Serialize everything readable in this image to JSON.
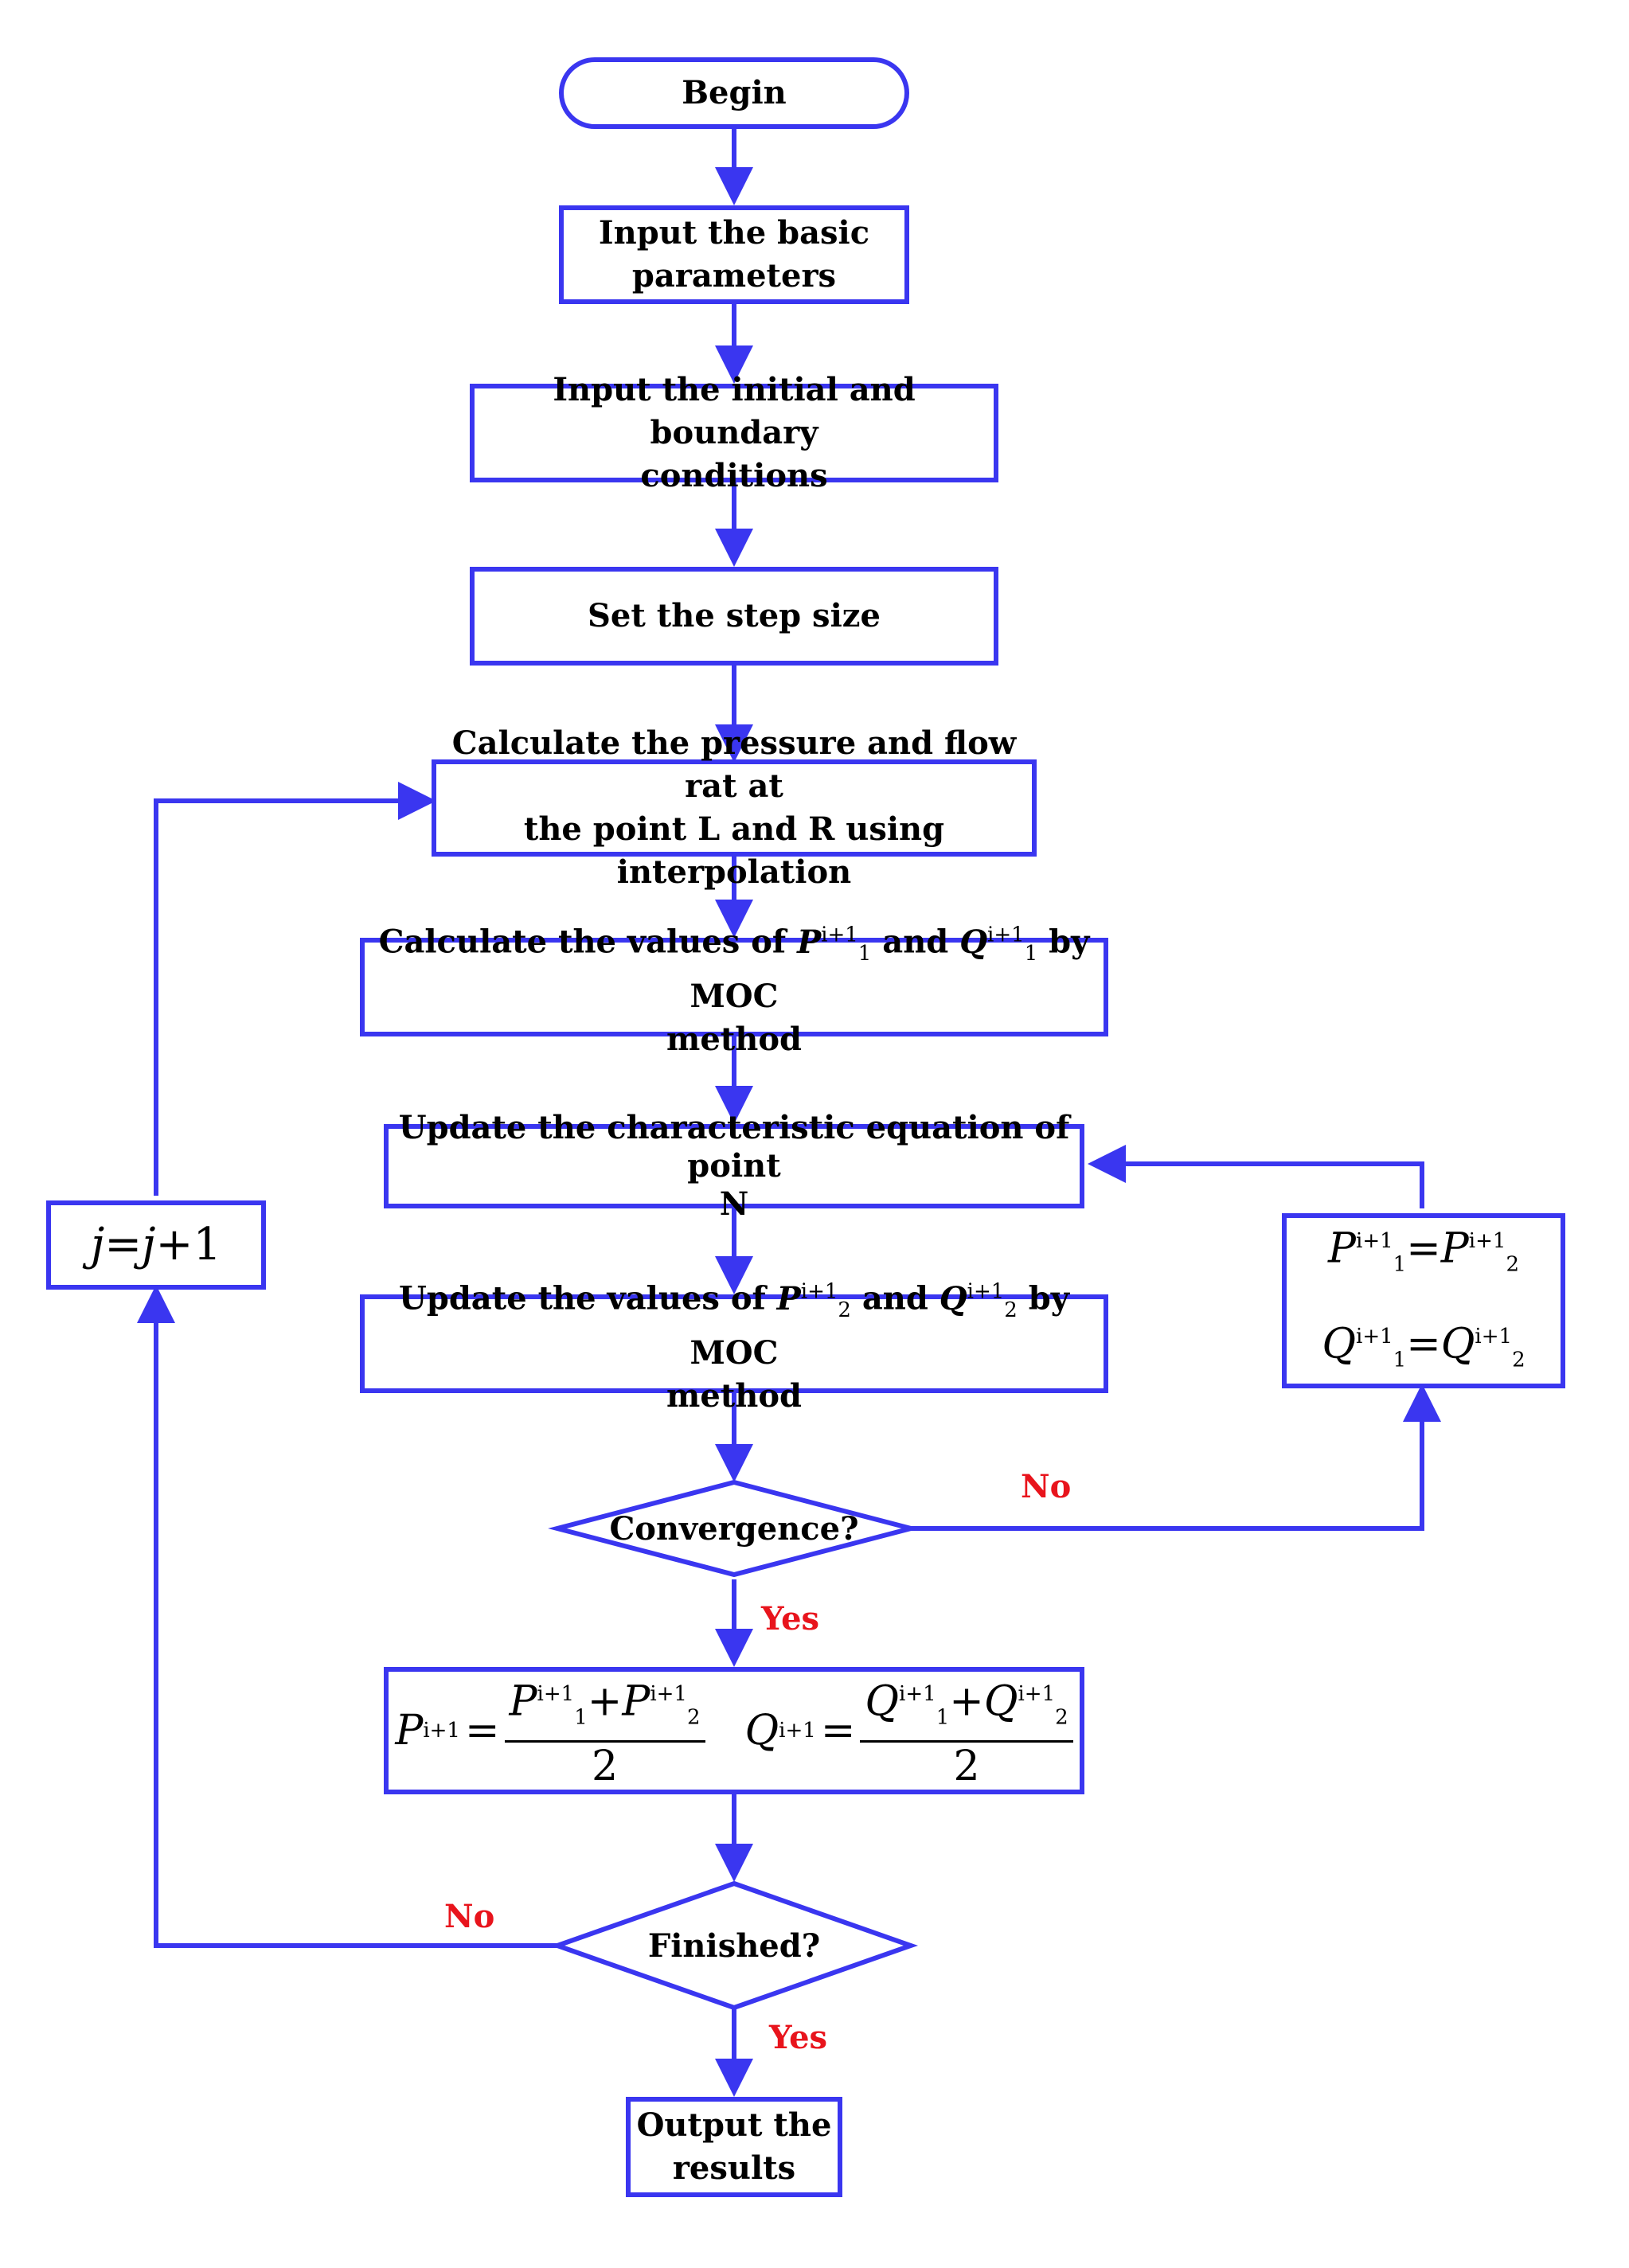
{
  "nodes": {
    "begin": "Begin",
    "input_basic_l1": "Input the basic",
    "input_basic_l2": "parameters",
    "input_cond_l1": "Input the initial and boundary",
    "input_cond_l2": "conditions",
    "step": "Set the step size",
    "calc_pressure_l1": "Calculate the pressure and flow rat at",
    "calc_pressure_l2": "the point L and R using interpolation",
    "calc_moc_a": "Calculate the values of",
    "calc_moc_and": "and",
    "calc_moc_b": "by MOC",
    "calc_moc_l2": "method",
    "update_char_l1": "Update the characteristic equation of point",
    "update_char_l2": "N",
    "update_vals_a": "Update the values of",
    "update_vals_and": "and",
    "update_vals_b": "by MOC",
    "update_vals_l2": "method",
    "convergence": "Convergence?",
    "finished": "Finished?",
    "output_l1": "Output the",
    "output_l2": "results"
  },
  "math": {
    "P": "P",
    "Q": "Q",
    "j": "j",
    "sup_i1": "i+1",
    "sub_1": "1",
    "sub_2": "2",
    "plus": "+",
    "eq": "=",
    "one": "1",
    "two": "2"
  },
  "labels": {
    "no_convergence": "No",
    "yes_convergence": "Yes",
    "no_finished": "No",
    "yes_finished": "Yes"
  },
  "colors": {
    "stroke": "#3a36f0",
    "label": "#e8141c"
  }
}
